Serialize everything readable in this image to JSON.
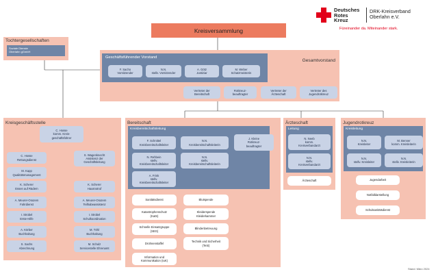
{
  "header": {
    "brand_line1": "Deutsches",
    "brand_line2": "Rotes",
    "brand_line3": "Kreuz",
    "org_line1": "DRK-Kreisverband",
    "org_line2": "Oberlahn e.V.",
    "slogan": "Füreinander da. Miteinander stark.",
    "brand_color": "#e2001a"
  },
  "top": {
    "title": "Kreisversammlung"
  },
  "tochter": {
    "title": "Tochtergesellschaften",
    "item": "Soziale Dienste\nOberlahn gGmbH"
  },
  "gesamtvorstand": {
    "title": "Gesamtvorstand",
    "gv_title": "Geschäftsführender Vorstand",
    "gv_members": [
      "F. Sacho\nVorsitzender",
      "N.N.\nstellv. Vorsitzender",
      "A. Götz\nJustiziar",
      "M. Weber\nSchatzmeisterin"
    ],
    "vertreter": [
      "Vertreter der\nBereitschaft",
      "Rotkreuz-\nbeauftragter",
      "Vertreter der\nÄrzteschaft",
      "Vertreter des\nJugendrotkreuz"
    ]
  },
  "kgs": {
    "title": "Kreisgeschäftsstelle",
    "head": "C. Hosse\nkomm. Kreis-\ngeschäftsführer",
    "left": [
      "C. Hosse\nRettungsdienst",
      "M. Kapp\nQualitätsmanagement",
      "K. Scherer\nEssen auf Rädern",
      "A. Meurer-Orazem\nFahrdienst",
      "I. Strobel\nErste-Hilfe",
      "A. Körber\nBuchhaltung",
      "S. Sachs\nAbrechnung"
    ],
    "right": [
      "S. Wagenknecht\nAssistenz der\nGeschäftsleitung",
      "K. Scherer\nHausnotruf",
      "A. Meurer-Orazem\nTeilhabeassistenz",
      "I. Strobel\nSchulkoordination",
      "M. Töhl\nBuchhaltung",
      "M. Schulz\nServicestelle Ehrenamt"
    ]
  },
  "bereitschaft": {
    "title": "Bereitschaft",
    "leitung_title": "Kreisbereitschaftsleitung",
    "leitung": [
      "F. Schnittel\nKreisbereitschaftsleiter",
      "N.N.\nKreisbereitschaftsleiterin",
      "N. Rehbein\nstellv.\nKreisbereitschaftsleiter",
      "N.N.\nstellv.\nKreisbereitschaftsleiterin",
      "A. Frink\nstellv.\nKreisbereitschaftsleiter"
    ],
    "rk_beauftragter": "J. Kleine\nRotkreuz-\nbeauftragter",
    "dienste_left": [
      "Sanitätsdienst",
      "Katastrophenschutz\n(KatS)",
      "Schnelle Einsatzgruppe\n(SEG)",
      "Drohnenstaffel",
      "Information und\nKommunikation (IuK)"
    ],
    "dienste_right": [
      "Blutspende",
      "Kleiderspende\nKleiderkammer",
      "Blindenbetreuung",
      "Technik und Sicherheit\n(TeSi)"
    ]
  },
  "aerzteschaft": {
    "title": "Ärzteschaft",
    "leitung_title": "Leitung",
    "leitung": [
      "N. Neeb\nkomm.\nKreisverbandarzt",
      "N.N.\nstellv.\nKreisverbandarzt"
    ],
    "item": "Ärzteschaft"
  },
  "jrk": {
    "title": "Jugendrotkreuz",
    "leitung_title": "Kreisleitung",
    "leitung": [
      "N.N.\nKreisleiter",
      "M. Benner\nkomm. Kreisleiterin",
      "N.N.\nstellv. Kreisleiter",
      "N.N.\nstellv. Kreisleiterin"
    ],
    "items": [
      "Jugendarbeit",
      "Notfalldarstellung",
      "Schulsanitätsdienst"
    ]
  },
  "stand": "Stand: März 2024"
}
